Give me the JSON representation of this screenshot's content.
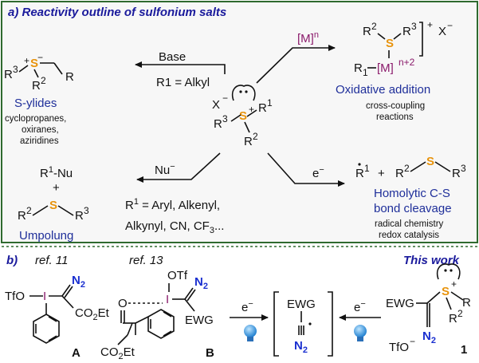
{
  "panel_a": {
    "title": "a) Reactivity outline of sulfonium salts",
    "base_label": "Base",
    "r1_alkyl": "R1 = Alkyl",
    "ylides_title": "S-ylides",
    "ylides_products": [
      "cyclopropanes,",
      "oxiranes,",
      "aziridines"
    ],
    "metal_label": "[M]n",
    "ox_add_title": "Oxidative addition",
    "ox_add_sub": [
      "cross-coupling",
      "reactions"
    ],
    "nu_label": "Nu−",
    "r1nu": "R1-Nu",
    "plus": "+",
    "umpolung_title": "Umpolung",
    "r1_list_line1": "R1 = Aryl, Alkenyl,",
    "r1_list_line2": "Alkynyl, CN, CF3...",
    "electron_label": "e−",
    "homolytic_title": [
      "Homolytic C-S",
      "bond cleavage"
    ],
    "homolytic_sub": [
      "radical chemistry",
      "redox catalysis"
    ]
  },
  "panel_b": {
    "title": "b)",
    "ref11": "ref. 11",
    "ref13": "ref. 13",
    "this_work": "This work",
    "label_A": "A",
    "label_B": "B",
    "label_1": "1",
    "electron_label": "e−"
  },
  "colors": {
    "border": "#2f6a2f",
    "heading": "#1a1a9c",
    "sulfur": "#e8930c",
    "metal": "#8a1a6b",
    "diazo": "#1a2fd0",
    "bulb": "#3fa9f5"
  }
}
